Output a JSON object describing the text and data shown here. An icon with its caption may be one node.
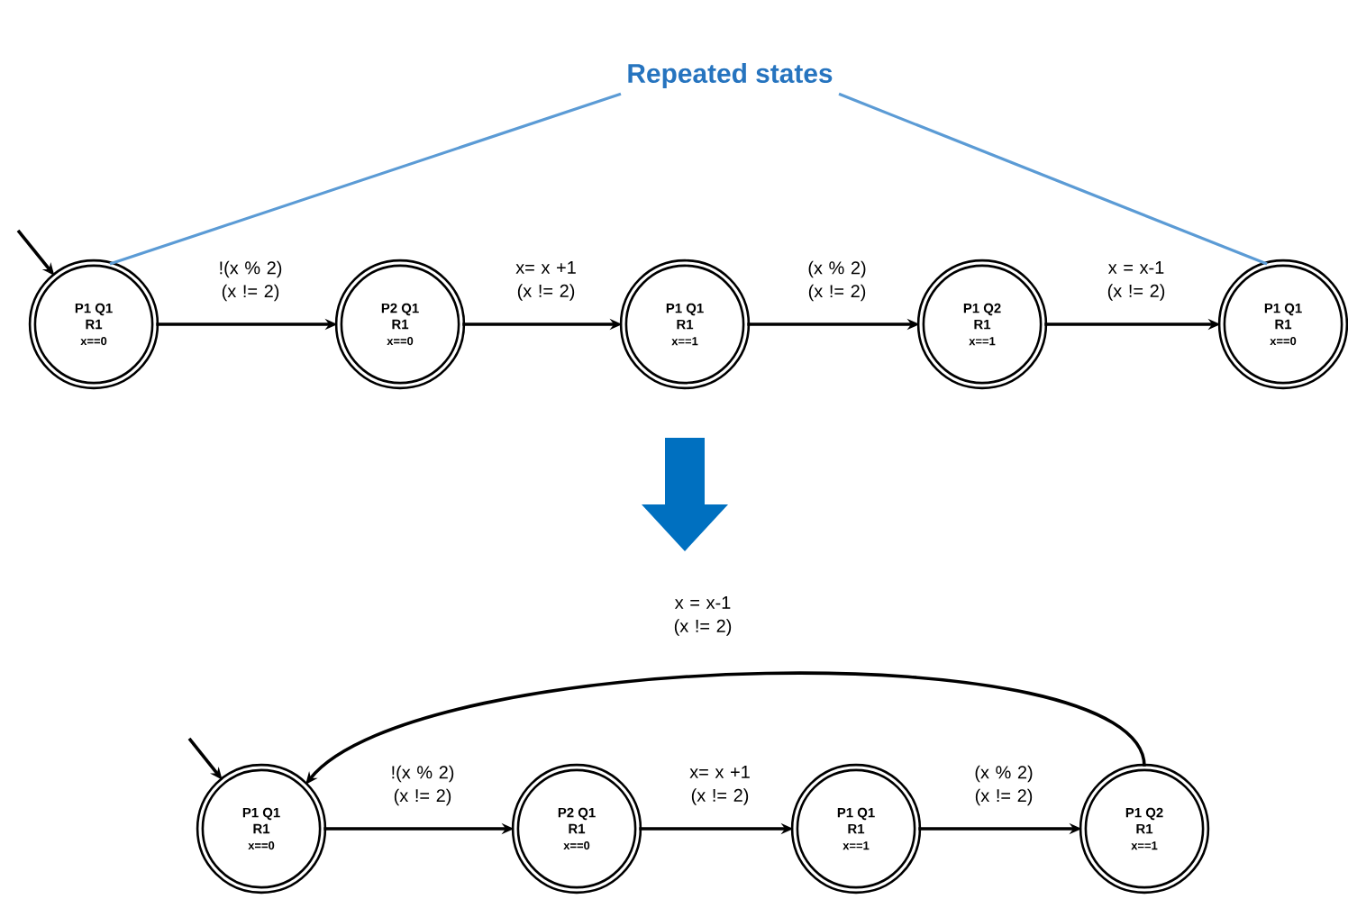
{
  "diagram": {
    "nodes": [
      {
        "text": [
          "P1 Q1 R1",
          "x==0"
        ]
      },
      {
        "text": [
          "P2 Q1 R1",
          "x==0"
        ]
      },
      {
        "text": [
          "P1 Q1 R1",
          "x==1"
        ]
      },
      {
        "text": [
          "P1 Q2 R1",
          "x==1"
        ]
      },
      {
        "text": [
          "P1 Q1 R1",
          "x==0"
        ]
      },
      {
        "text": [
          "P1 Q1 R1",
          "x==0"
        ]
      },
      {
        "text": [
          "P2 Q1 R1",
          "x==0"
        ]
      },
      {
        "text": [
          "P1 Q1 R1",
          "x==1"
        ]
      },
      {
        "text": [
          "P1 Q2 R1",
          "x==1"
        ]
      },
      {
        "text": [
          "Repeated states"
        ]
      }
    ],
    "edges": [
      {
        "from": null,
        "to": 0,
        "arrow": "to"
      },
      {
        "from": 0,
        "to": 1,
        "arrow": "to",
        "label": "!(x % 2) (x != 2)"
      },
      {
        "from": 1,
        "to": 2,
        "arrow": "to",
        "label": "x= x +1 (x != 2)"
      },
      {
        "from": 2,
        "to": 3,
        "arrow": "to",
        "label": "(x % 2) (x != 2)"
      },
      {
        "from": 3,
        "to": 4,
        "arrow": "to",
        "label": "x = x-1 (x != 2)"
      },
      {
        "from": 9,
        "to": 0,
        "arrow": "none",
        "color": "#5b9bd5"
      },
      {
        "from": 9,
        "to": 4,
        "arrow": "none",
        "color": "#5b9bd5"
      },
      {
        "from": null,
        "to": 5,
        "arrow": "to"
      },
      {
        "from": 5,
        "to": 6,
        "arrow": "to",
        "label": "!(x % 2) (x != 2)"
      },
      {
        "from": 6,
        "to": 7,
        "arrow": "to",
        "label": "x= x +1 (x != 2)"
      },
      {
        "from": 7,
        "to": 8,
        "arrow": "to",
        "label": "(x % 2) (x != 2)"
      },
      {
        "from": 8,
        "to": 5,
        "arrow": "to",
        "label": "x = x-1 (x != 2)"
      }
    ]
  }
}
